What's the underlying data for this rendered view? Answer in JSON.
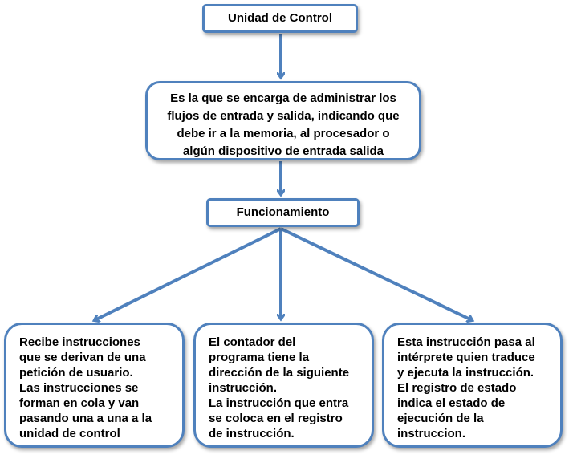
{
  "nodes": {
    "title": "Unidad de Control",
    "description": [
      "Es la que se encarga de administrar los",
      "flujos de entrada y salida, indicando que",
      "debe ir a la memoria, al procesador o",
      "algún dispositivo de entrada salida"
    ],
    "functioning": "Funcionamiento",
    "leaf1": [
      "Recibe instrucciones",
      "que se derivan de una",
      "petición de usuario.",
      "Las instrucciones se",
      "forman en cola y van",
      "pasando una a una a la",
      "unidad de control"
    ],
    "leaf2": [
      "El contador del",
      "programa tiene la",
      "dirección de la siguiente",
      "instrucción.",
      "La instrucción que entra",
      "se coloca en el registro",
      "de instrucción."
    ],
    "leaf3": [
      "Esta instrucción pasa al",
      "intérprete quien traduce",
      "y ejecuta la instrucción.",
      "El registro de estado",
      "indica el estado de",
      "ejecución de la",
      "instruccion."
    ]
  },
  "colors": {
    "border": "#4f81bd",
    "arrow": "#4f81bd",
    "background": "#ffffff",
    "text": "#000000"
  }
}
